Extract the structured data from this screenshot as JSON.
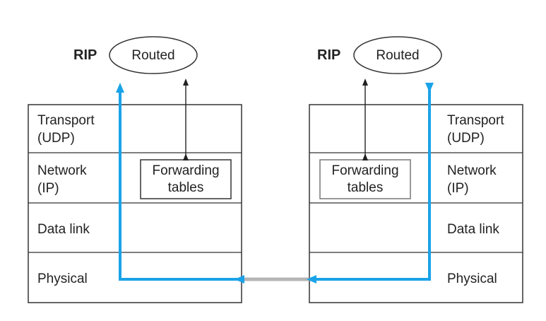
{
  "colors": {
    "path": "#1aa3e8",
    "link": "#b5b5b5",
    "box": "#333333",
    "text": "#222222",
    "background": "#ffffff"
  },
  "left": {
    "protocol": "RIP",
    "process": "Routed",
    "layers": {
      "transport": [
        "Transport",
        "(UDP)"
      ],
      "network": [
        "Network",
        "(IP)"
      ],
      "datalink": "Data link",
      "physical": "Physical"
    },
    "forwarding": [
      "Forwarding",
      "tables"
    ]
  },
  "right": {
    "protocol": "RIP",
    "process": "Routed",
    "layers": {
      "transport": [
        "Transport",
        "(UDP)"
      ],
      "network": [
        "Network",
        "(IP)"
      ],
      "datalink": "Data link",
      "physical": "Physical"
    },
    "forwarding": [
      "Forwarding",
      "tables"
    ]
  }
}
